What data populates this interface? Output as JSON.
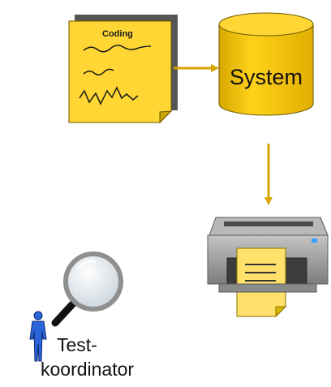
{
  "document": {
    "label": "Coding",
    "icon": "scribbled-document-icon"
  },
  "system": {
    "label": "System",
    "icon": "database-cylinder-icon"
  },
  "printer": {
    "icon": "printer-with-document-icon"
  },
  "role": {
    "icon": "person-with-magnifier-icon",
    "label_line1": "Test-",
    "label_line2": "koordinator"
  },
  "colors": {
    "accent": "#f5c400",
    "accent_dark": "#c79a00",
    "arrow": "#d9a300",
    "document_bg": "#ffd633",
    "printer_body": "#9e9e9e",
    "person_blue": "#2a64d8"
  }
}
